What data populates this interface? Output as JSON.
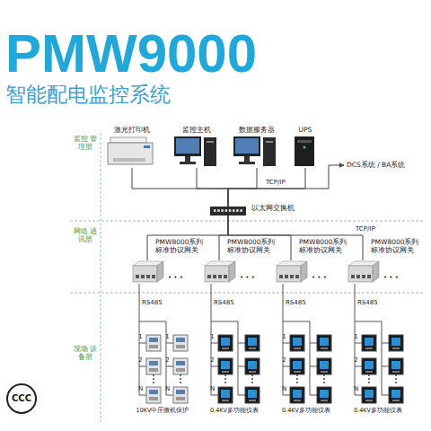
{
  "diagram": {
    "title": "PMW9000",
    "nodes": [
      {
        "text": [
          "激光打印机"
        ]
      },
      {
        "text": [
          "监控主机"
        ]
      },
      {
        "text": [
          "数据服务器"
        ]
      },
      {
        "text": [
          "UPS"
        ]
      },
      {
        "text": [
          "DCS系统 / BA系统"
        ]
      },
      {
        "text": [
          "以太网交换机"
        ]
      },
      {
        "text": [
          "PMW8000系列 标准协议网关"
        ]
      },
      {
        "text": [
          "PMW8000系列 标准协议网关"
        ]
      },
      {
        "text": [
          "PMW8000系列 标准协议网关"
        ]
      },
      {
        "text": [
          "PMW8000系列 标准协议网关"
        ]
      }
    ],
    "edges": [
      {
        "from": 0,
        "to": 5,
        "arrow": "none"
      },
      {
        "from": 1,
        "to": 5,
        "arrow": "none"
      },
      {
        "from": 2,
        "to": 5,
        "arrow": "none"
      },
      {
        "from": 3,
        "to": 5,
        "arrow": "none"
      },
      {
        "from": 5,
        "to": 4,
        "arrow": "to"
      },
      {
        "from": 5,
        "to": 6,
        "arrow": "none"
      },
      {
        "from": 5,
        "to": 7,
        "arrow": "none"
      },
      {
        "from": 5,
        "to": 8,
        "arrow": "none"
      },
      {
        "from": 5,
        "to": 9,
        "arrow": "none"
      }
    ],
    "labels": [
      "智能配电监控系统",
      "监控 管理层",
      "网络 通讯层",
      "现场 设备层",
      "TCP/IP",
      "TCP/IP",
      "• • •",
      "• • •",
      "• • •",
      "• • •",
      "RS485",
      "RS485",
      "RS485",
      "RS485",
      "1",
      "2",
      "N",
      "1",
      "2",
      "N",
      "1",
      "2",
      "N",
      "1",
      "2",
      "N",
      "1",
      "2",
      "N",
      "10KV中压微机保护",
      "0.4KV多功能仪表",
      "0.4KV多功能仪表",
      "0.4KV多功能仪表",
      "CCC"
    ]
  }
}
